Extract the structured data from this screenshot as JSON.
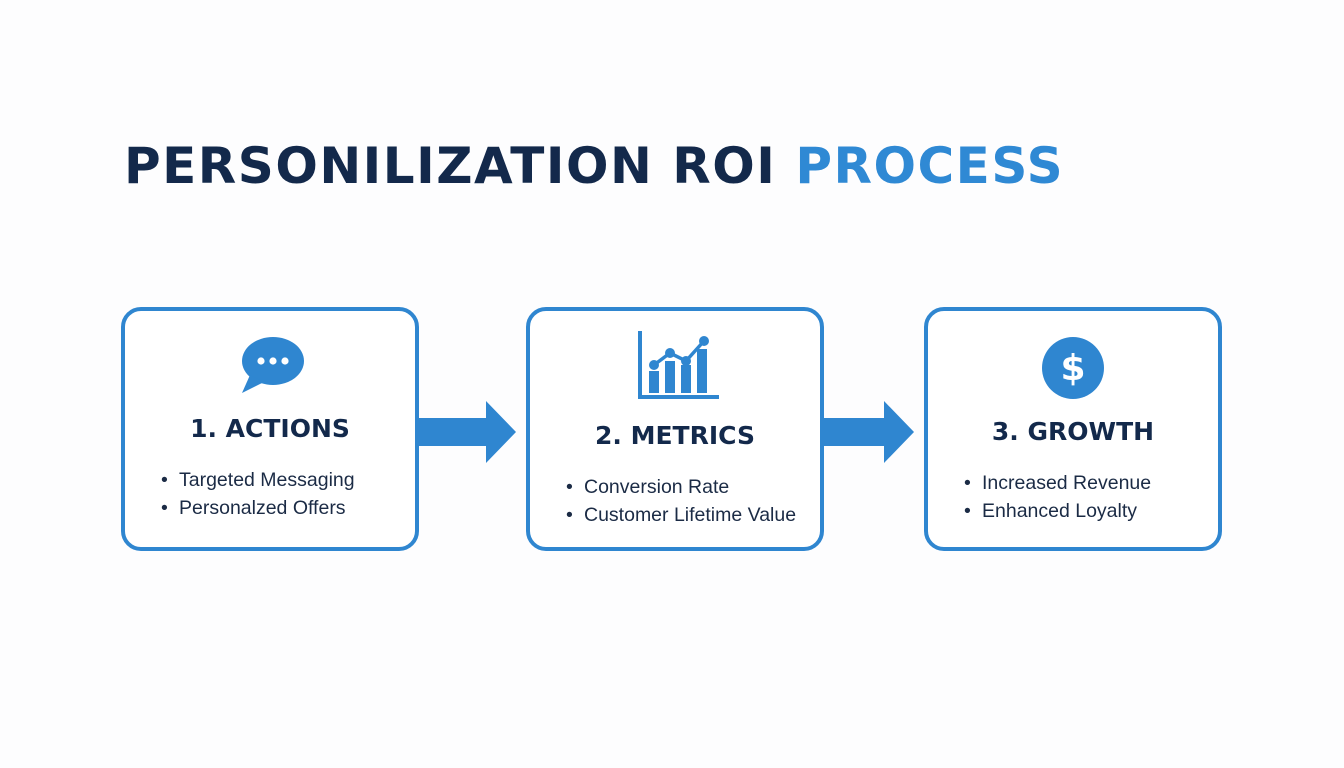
{
  "title": {
    "main": "PERSONILIZATION ROI",
    "accent": "PROCESS"
  },
  "colors": {
    "title_dark": "#13294b",
    "accent_blue": "#2f86d0",
    "text": "#1b2b45"
  },
  "steps": [
    {
      "title": "1. ACTIONS",
      "icon": "chat-bubble-icon",
      "bullets": [
        "Targeted Messaging",
        "Personalzed Offers"
      ]
    },
    {
      "title": "2. METRICS",
      "icon": "bar-chart-trend-icon",
      "bullets": [
        "Conversion Rate",
        "Customer Lifetime Value"
      ]
    },
    {
      "title": "3. GROWTH",
      "icon": "dollar-coin-icon",
      "bullets": [
        "Increased Revenue",
        "Enhanced Loyalty"
      ]
    }
  ]
}
